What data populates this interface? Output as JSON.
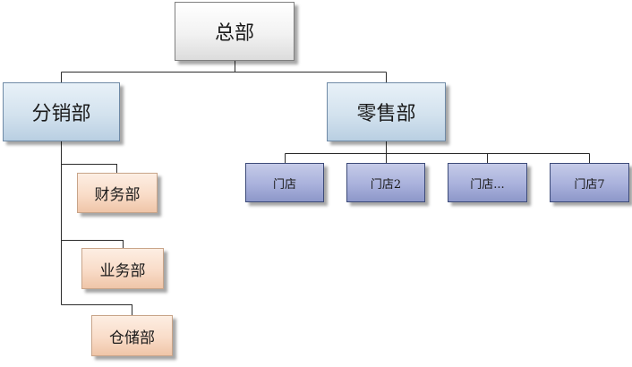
{
  "diagram": {
    "root": {
      "label": "总部"
    },
    "departments": [
      {
        "label": "分销部"
      },
      {
        "label": "零售部"
      }
    ],
    "distribution_units": [
      {
        "label": "财务部"
      },
      {
        "label": "业务部"
      },
      {
        "label": "仓储部"
      }
    ],
    "stores": [
      {
        "label": "门店"
      },
      {
        "label": "门店2"
      },
      {
        "label": "门店..."
      },
      {
        "label": "门店7"
      }
    ],
    "colors": {
      "connector": "#2b2b2b",
      "root_fill": "#f2f2f2",
      "department_fill": "#d3e2ee",
      "unit_fill": "#f9dcc8",
      "store_fill": "#a9b1dc"
    }
  }
}
